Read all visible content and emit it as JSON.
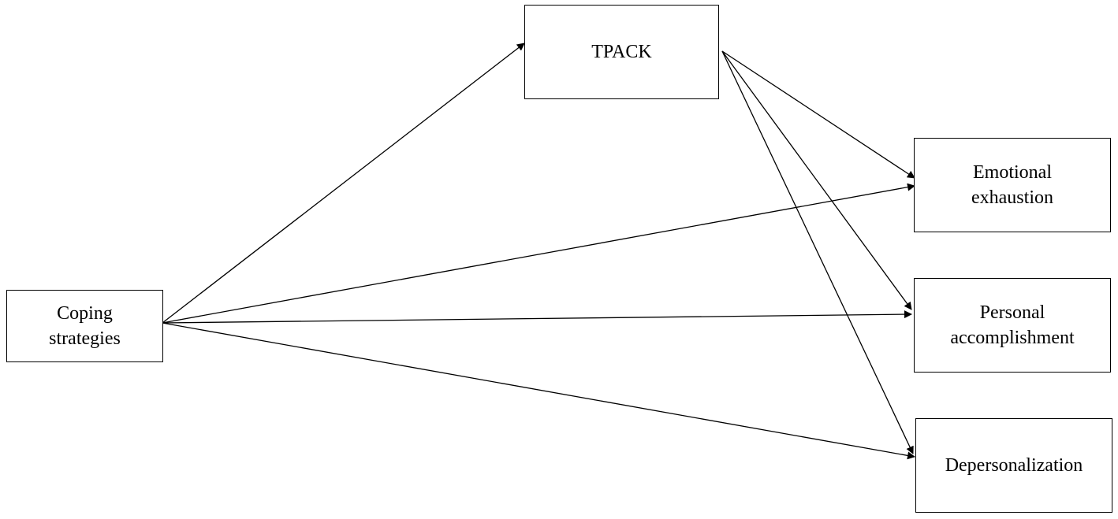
{
  "nodes": {
    "coping": {
      "label": "Coping strategies"
    },
    "tpack": {
      "label": "TPACK"
    },
    "emotional": {
      "label": "Emotional exhaustion"
    },
    "personal": {
      "label": "Personal accomplishment"
    },
    "depersonalization": {
      "label": "Depersonalization"
    }
  },
  "edges": [
    {
      "from": "coping",
      "to": "tpack"
    },
    {
      "from": "coping",
      "to": "emotional"
    },
    {
      "from": "coping",
      "to": "personal"
    },
    {
      "from": "coping",
      "to": "depersonalization"
    },
    {
      "from": "tpack",
      "to": "emotional"
    },
    {
      "from": "tpack",
      "to": "personal"
    },
    {
      "from": "tpack",
      "to": "depersonalization"
    }
  ]
}
